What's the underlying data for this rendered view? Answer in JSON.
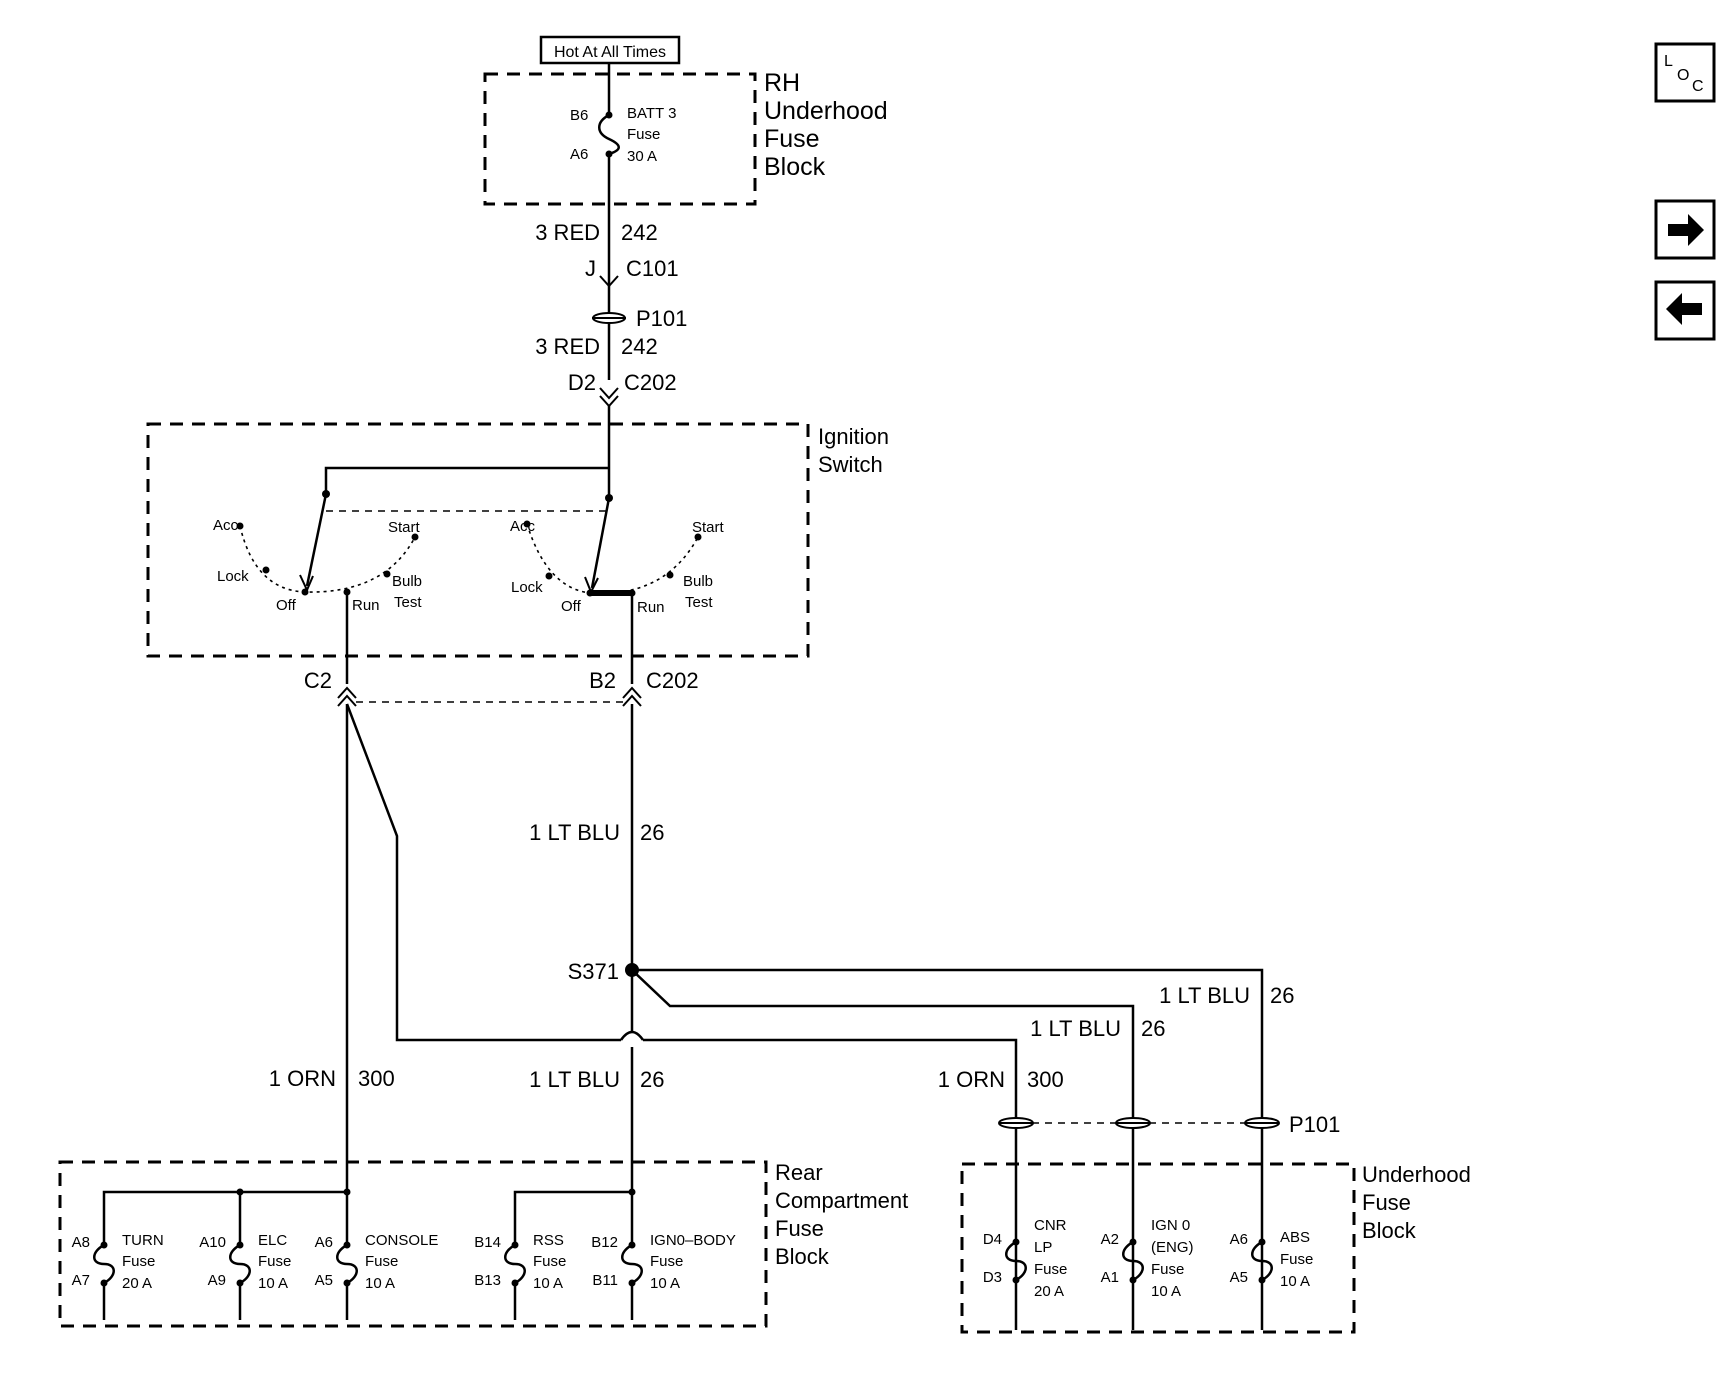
{
  "power": {
    "hot_label": "Hot At All Times"
  },
  "rh_fuse_block": {
    "title_lines": [
      "RH",
      "Underhood",
      "Fuse",
      "Block"
    ],
    "fuse": {
      "name": "BATT 3",
      "word": "Fuse",
      "rating": "30 A",
      "pin_in": "B6",
      "pin_out": "A6"
    }
  },
  "wire_242_upper": {
    "gauge_color": "3 RED",
    "circuit": "242"
  },
  "connector_c101": {
    "pin": "J",
    "name": "C101"
  },
  "pass_through_p101_upper": {
    "name": "P101"
  },
  "wire_242_lower": {
    "gauge_color": "3 RED",
    "circuit": "242"
  },
  "connector_c202_top": {
    "pin": "D2",
    "name": "C202"
  },
  "ignition_switch": {
    "title_lines": [
      "Ignition",
      "Switch"
    ],
    "left_positions": {
      "acc": "Acc",
      "start": "Start",
      "lock": "Lock",
      "bulb": "Bulb",
      "off": "Off",
      "run": "Run",
      "test": "Test"
    },
    "right_positions": {
      "acc": "Acc",
      "start": "Start",
      "lock": "Lock",
      "bulb": "Bulb",
      "off": "Off",
      "run": "Run",
      "test": "Test"
    }
  },
  "connector_c202_bottom": {
    "pin_left": "C2",
    "pin_right": "B2",
    "name": "C202"
  },
  "wire_26_main": {
    "gauge_color": "1 LT BLU",
    "circuit": "26"
  },
  "splice": {
    "name": "S371"
  },
  "wire_26_upper_branch": {
    "gauge_color": "1 LT BLU",
    "circuit": "26"
  },
  "wire_26_mid_branch": {
    "gauge_color": "1 LT BLU",
    "circuit": "26"
  },
  "wire_300_right": {
    "gauge_color": "1 ORN",
    "circuit": "300"
  },
  "wire_300_left": {
    "gauge_color": "1 ORN",
    "circuit": "300"
  },
  "wire_26_lower": {
    "gauge_color": "1 LT BLU",
    "circuit": "26"
  },
  "pass_through_p101_lower": {
    "name": "P101"
  },
  "rear_fuse_block": {
    "title_lines": [
      "Rear",
      "Compartment",
      "Fuse",
      "Block"
    ],
    "fuses": [
      {
        "pin_top": "A8",
        "pin_bottom": "A7",
        "name": "TURN",
        "word": "Fuse",
        "rating": "20 A"
      },
      {
        "pin_top": "A10",
        "pin_bottom": "A9",
        "name": "ELC",
        "word": "Fuse",
        "rating": "10 A"
      },
      {
        "pin_top": "A6",
        "pin_bottom": "A5",
        "name": "CONSOLE",
        "word": "Fuse",
        "rating": "10 A"
      },
      {
        "pin_top": "B14",
        "pin_bottom": "B13",
        "name": "RSS",
        "word": "Fuse",
        "rating": "10 A"
      },
      {
        "pin_top": "B12",
        "pin_bottom": "B11",
        "name": "IGN0–BODY",
        "word": "Fuse",
        "rating": "10 A"
      }
    ]
  },
  "underhood_fuse_block": {
    "title_lines": [
      "Underhood",
      "Fuse",
      "Block"
    ],
    "fuses": [
      {
        "pin_top": "D4",
        "pin_bottom": "D3",
        "lines": [
          "CNR",
          "LP",
          "Fuse",
          "20 A"
        ]
      },
      {
        "pin_top": "A2",
        "pin_bottom": "A1",
        "lines": [
          "IGN 0",
          "(ENG)",
          "Fuse",
          "10 A"
        ]
      },
      {
        "pin_top": "A6",
        "pin_bottom": "A5",
        "lines": [
          "ABS",
          "Fuse",
          "10 A"
        ]
      }
    ]
  },
  "nav": {
    "loc": {
      "l": "L",
      "o": "O",
      "c": "C"
    },
    "next_icon": "arrow-right-icon",
    "prev_icon": "arrow-left-icon"
  }
}
